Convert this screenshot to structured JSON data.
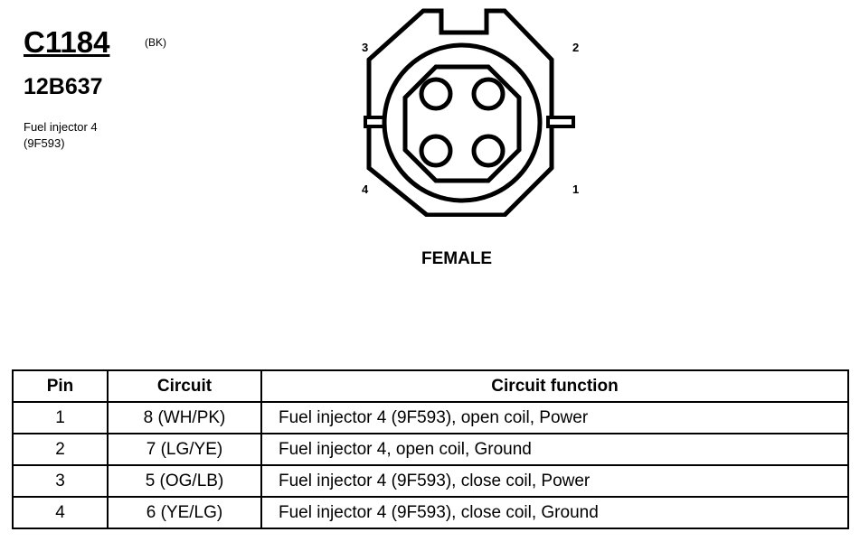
{
  "connector": {
    "id": "C1184",
    "color_code": "(BK)",
    "part_number": "12B637",
    "description_line1": "Fuel injector 4",
    "description_line2": "(9F593)"
  },
  "diagram": {
    "pin_labels": [
      "1",
      "2",
      "3",
      "4"
    ],
    "gender": "FEMALE"
  },
  "table": {
    "headers": [
      "Pin",
      "Circuit",
      "Circuit function"
    ],
    "rows": [
      {
        "pin": "1",
        "circuit": "8 (WH/PK)",
        "function": "Fuel injector 4 (9F593), open coil, Power"
      },
      {
        "pin": "2",
        "circuit": "7 (LG/YE)",
        "function": "Fuel injector 4, open coil, Ground"
      },
      {
        "pin": "3",
        "circuit": "5 (OG/LB)",
        "function": "Fuel injector 4 (9F593), close coil, Power"
      },
      {
        "pin": "4",
        "circuit": "6 (YE/LG)",
        "function": "Fuel injector 4 (9F593), close coil, Ground"
      }
    ]
  }
}
